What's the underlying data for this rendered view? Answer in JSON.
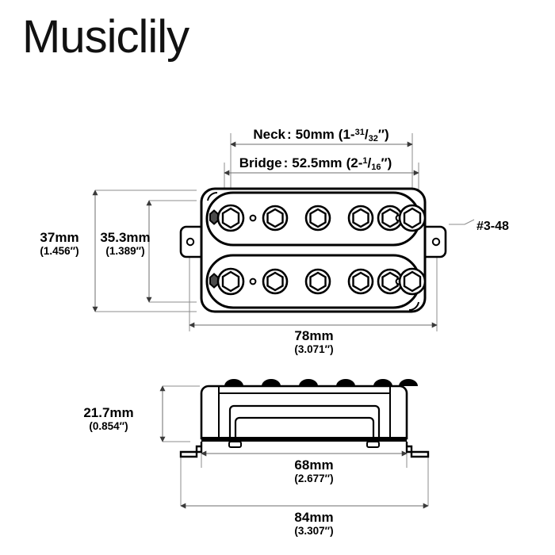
{
  "brand": {
    "name": "Musiclily"
  },
  "product": {
    "type": "humbucker-pickup-technical-drawing",
    "views": [
      "top-view",
      "side-view"
    ],
    "pole_pieces_per_row": 6,
    "rows": 2
  },
  "dimensions": {
    "neck_spacing": {
      "label": "Neck",
      "separator": ":",
      "metric": "50mm",
      "imperial_whole": "1-",
      "imperial_numerator": "31",
      "imperial_denominator": "32",
      "imperial_full": "(1-31/32″)"
    },
    "bridge_spacing": {
      "label": "Bridge",
      "separator": ":",
      "metric": "52.5mm",
      "imperial_whole": "2-",
      "imperial_numerator": "1",
      "imperial_denominator": "16",
      "imperial_full": "(2-1/16″)"
    },
    "overall_height": {
      "metric": "37mm",
      "imperial": "(1.456″)"
    },
    "bobbin_height": {
      "metric": "35.3mm",
      "imperial": "(1.389″)"
    },
    "overall_width": {
      "metric": "78mm",
      "imperial": "(3.071″)"
    },
    "side_height": {
      "metric": "21.7mm",
      "imperial": "(0.854″)"
    },
    "body_width": {
      "metric": "68mm",
      "imperial": "(2.677″)"
    },
    "total_width": {
      "metric": "84mm",
      "imperial": "(3.307″)"
    }
  },
  "annotations": {
    "screw_spec": "#3-48"
  },
  "colors": {
    "line": "#000000",
    "dimension_line": "#8c8c8c",
    "background": "#ffffff",
    "pole_fill": "#000000"
  }
}
